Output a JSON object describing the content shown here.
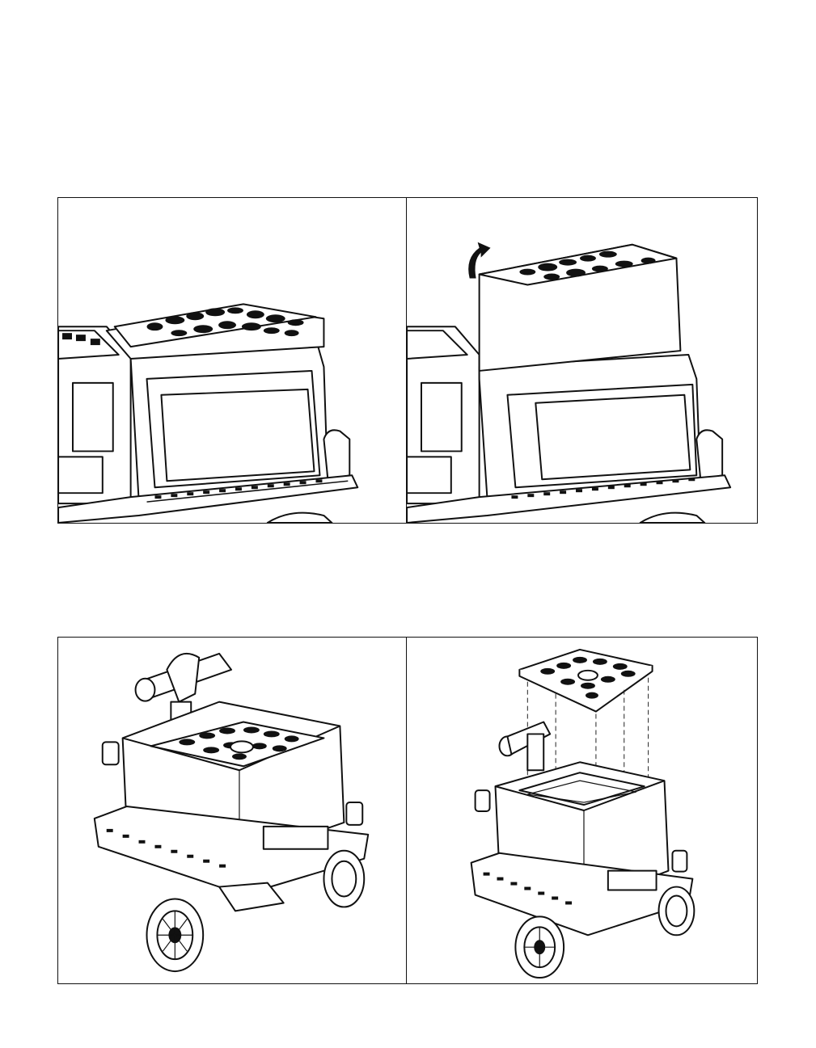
{
  "figure": {
    "panels": [
      {
        "id": "step-1",
        "description_icon": "closed-lid-icon"
      },
      {
        "id": "step-2",
        "description_icon": "lift-lid-arrow-icon"
      },
      {
        "id": "step-3",
        "description_icon": "tank-assembled-icon"
      },
      {
        "id": "step-4",
        "description_icon": "tank-exploded-icon"
      }
    ],
    "colors": {
      "line": "#111111",
      "background": "#ffffff"
    }
  }
}
